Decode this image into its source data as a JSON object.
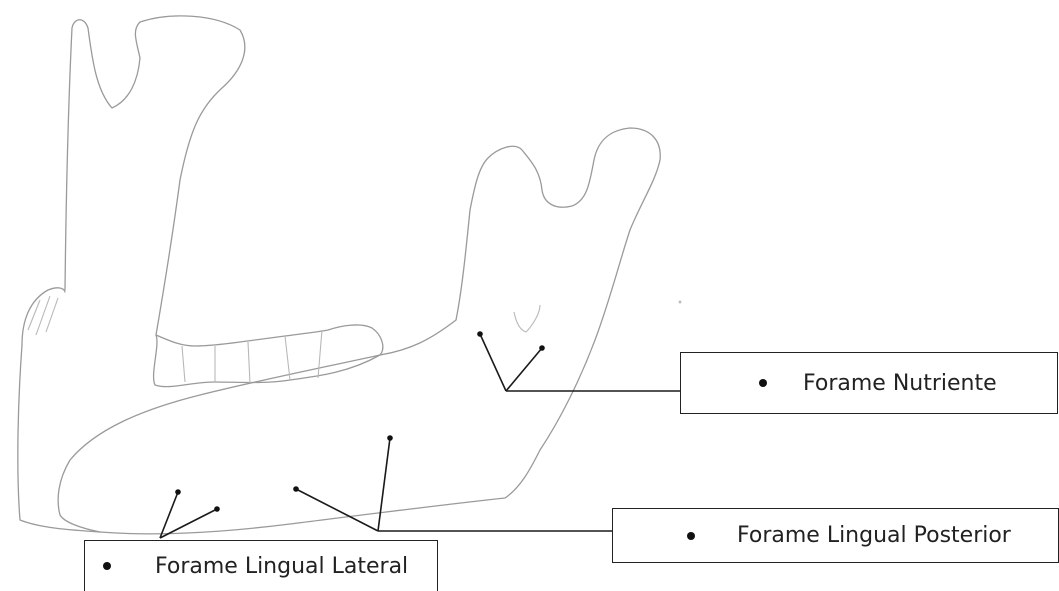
{
  "labels": {
    "nutriente": "Forame Nutriente",
    "lingual_posterior": "Forame Lingual Posterior",
    "lingual_lateral": "Forame Lingual Lateral"
  },
  "colors": {
    "sketch_line": "#9a9a9a",
    "leader_line": "#1a1a1a",
    "box_border": "#222222",
    "background": "#ffffff"
  }
}
